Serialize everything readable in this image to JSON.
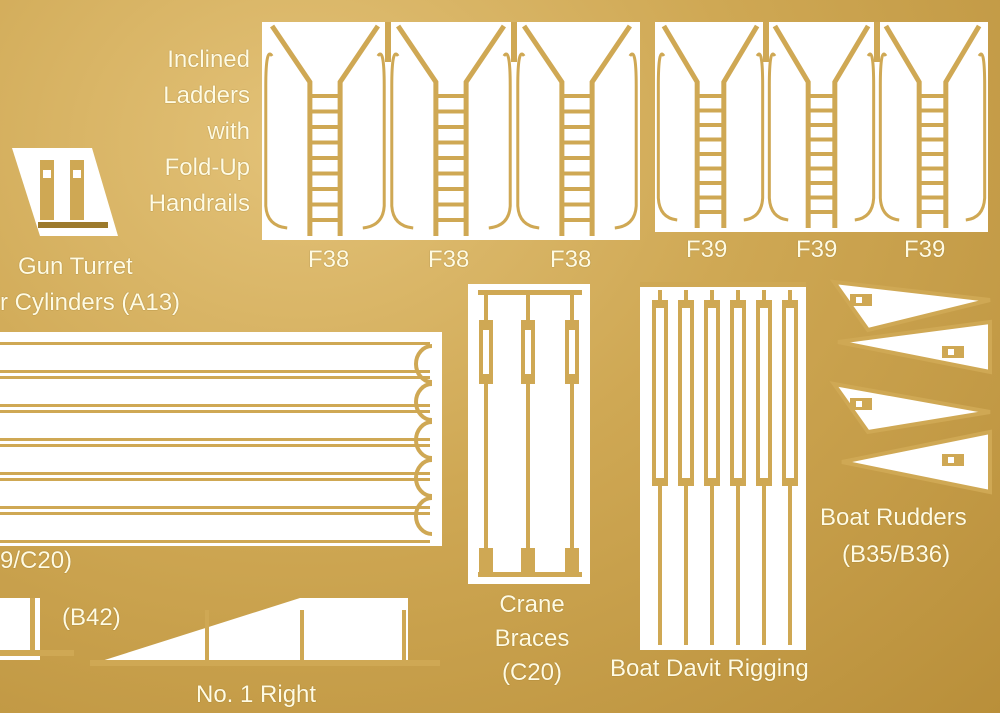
{
  "labels": {
    "inclined_ladders": "Inclined\nLadders\nwith\nFold-Up\nHandrails",
    "gun_turret": "Gun Turret",
    "cylinders_a13": "r Cylinders (A13)",
    "c20_partial": "9/C20)",
    "b42": "(B42)",
    "no1_right": "No. 1 Right",
    "crane_braces": "Crane\nBraces\n(C20)",
    "boat_davit_rigging": "Boat Davit Rigging",
    "boat_rudders": "Boat Rudders",
    "b35_b36": "(B35/B36)"
  },
  "ladders_f38": [
    "F38",
    "F38",
    "F38"
  ],
  "ladders_f39": [
    "F39",
    "F39",
    "F39"
  ],
  "colors": {
    "brass": "#cfa854",
    "brass_dark": "#9c7a2c",
    "cutout": "#ffffff",
    "label": "#fffbe3"
  }
}
